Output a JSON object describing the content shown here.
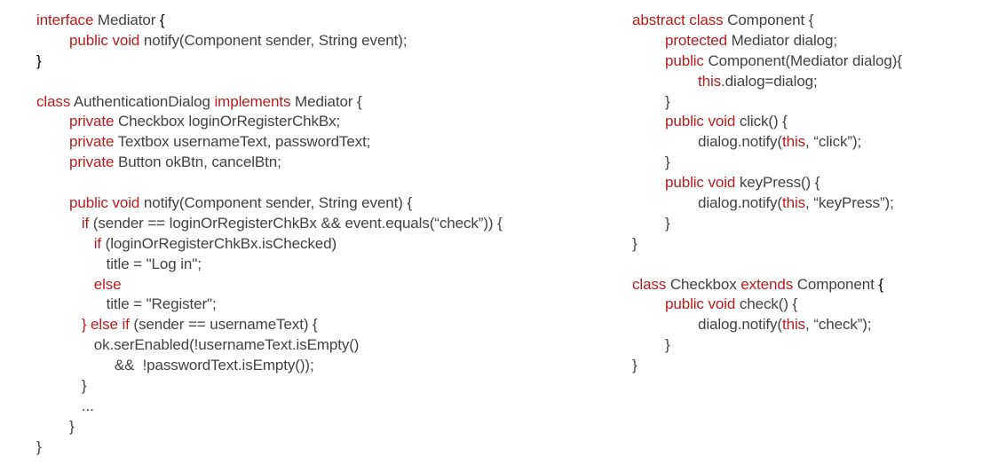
{
  "left_code": [
    [
      [
        "kw",
        "interface"
      ],
      [
        "pl",
        " Mediator "
      ],
      [
        "br",
        "{"
      ]
    ],
    [
      [
        "pl",
        "        "
      ],
      [
        "kw",
        "public void"
      ],
      [
        "pl",
        " notify(Component sender, String event);"
      ]
    ],
    [
      [
        "br",
        "}"
      ]
    ],
    [],
    [
      [
        "kw",
        "class"
      ],
      [
        "pl",
        " AuthenticationDialog "
      ],
      [
        "kw",
        "implements"
      ],
      [
        "pl",
        " Mediator {"
      ]
    ],
    [
      [
        "pl",
        "        "
      ],
      [
        "kw",
        "private"
      ],
      [
        "pl",
        " Checkbox loginOrRegisterChkBx;"
      ]
    ],
    [
      [
        "pl",
        "        "
      ],
      [
        "kw",
        "private"
      ],
      [
        "pl",
        " Textbox usernameText, passwordText;"
      ]
    ],
    [
      [
        "pl",
        "        "
      ],
      [
        "kw",
        "private"
      ],
      [
        "pl",
        " Button okBtn, cancelBtn;"
      ]
    ],
    [],
    [
      [
        "pl",
        "        "
      ],
      [
        "kw",
        "public void"
      ],
      [
        "pl",
        " notify(Component sender, String event) {"
      ]
    ],
    [
      [
        "pl",
        "           "
      ],
      [
        "kw",
        "if"
      ],
      [
        "pl",
        " (sender == loginOrRegisterChkBx && event.equals(“check”)) {"
      ]
    ],
    [
      [
        "pl",
        "              "
      ],
      [
        "kw",
        "if"
      ],
      [
        "pl",
        " (loginOrRegisterChkBx.isChecked)"
      ]
    ],
    [
      [
        "pl",
        "                 title = \"Log in\";"
      ]
    ],
    [
      [
        "pl",
        "              "
      ],
      [
        "kw",
        "else"
      ]
    ],
    [
      [
        "pl",
        "                 title = \"Register\";"
      ]
    ],
    [
      [
        "pl",
        "           "
      ],
      [
        "kw",
        "} else if"
      ],
      [
        "pl",
        " (sender == usernameText) {"
      ]
    ],
    [
      [
        "pl",
        "              ok.serEnabled(!usernameText.isEmpty()"
      ]
    ],
    [
      [
        "pl",
        "                   &&  !passwordText.isEmpty());"
      ]
    ],
    [
      [
        "pl",
        "           }"
      ]
    ],
    [
      [
        "pl",
        "           ..."
      ]
    ],
    [
      [
        "pl",
        "        }"
      ]
    ],
    [
      [
        "pl",
        "}"
      ]
    ]
  ],
  "right_code": [
    [
      [
        "kw",
        "abstract class"
      ],
      [
        "pl",
        " Component {"
      ]
    ],
    [
      [
        "pl",
        "        "
      ],
      [
        "kw",
        "protected"
      ],
      [
        "pl",
        " Mediator dialog;"
      ]
    ],
    [
      [
        "pl",
        "        "
      ],
      [
        "kw",
        "public"
      ],
      [
        "pl",
        " Component(Mediator dialog){"
      ]
    ],
    [
      [
        "pl",
        "                "
      ],
      [
        "kw",
        "this"
      ],
      [
        "pl",
        ".dialog=dialog;"
      ]
    ],
    [
      [
        "pl",
        "        }"
      ]
    ],
    [
      [
        "pl",
        "        "
      ],
      [
        "kw",
        "public void"
      ],
      [
        "pl",
        " click() {"
      ]
    ],
    [
      [
        "pl",
        "                dialog.notify("
      ],
      [
        "kw",
        "this"
      ],
      [
        "pl",
        ", “click”);"
      ]
    ],
    [
      [
        "pl",
        "        }"
      ]
    ],
    [
      [
        "pl",
        "        "
      ],
      [
        "kw",
        "public void"
      ],
      [
        "pl",
        " keyPress() {"
      ]
    ],
    [
      [
        "pl",
        "                dialog.notify("
      ],
      [
        "kw",
        "this"
      ],
      [
        "pl",
        ", “keyPress”);"
      ]
    ],
    [
      [
        "pl",
        "        }"
      ]
    ],
    [
      [
        "pl",
        "}"
      ]
    ],
    [],
    [
      [
        "kw",
        "class"
      ],
      [
        "pl",
        " Checkbox "
      ],
      [
        "kw",
        "extends"
      ],
      [
        "pl",
        " Component "
      ],
      [
        "br",
        "{"
      ]
    ],
    [
      [
        "pl",
        "        "
      ],
      [
        "kw",
        "public void"
      ],
      [
        "pl",
        " check() {"
      ]
    ],
    [
      [
        "pl",
        "                dialog.notify("
      ],
      [
        "kw",
        "this"
      ],
      [
        "pl",
        ", “check”);"
      ]
    ],
    [
      [
        "pl",
        "        }"
      ]
    ],
    [
      [
        "pl",
        "}"
      ]
    ]
  ]
}
